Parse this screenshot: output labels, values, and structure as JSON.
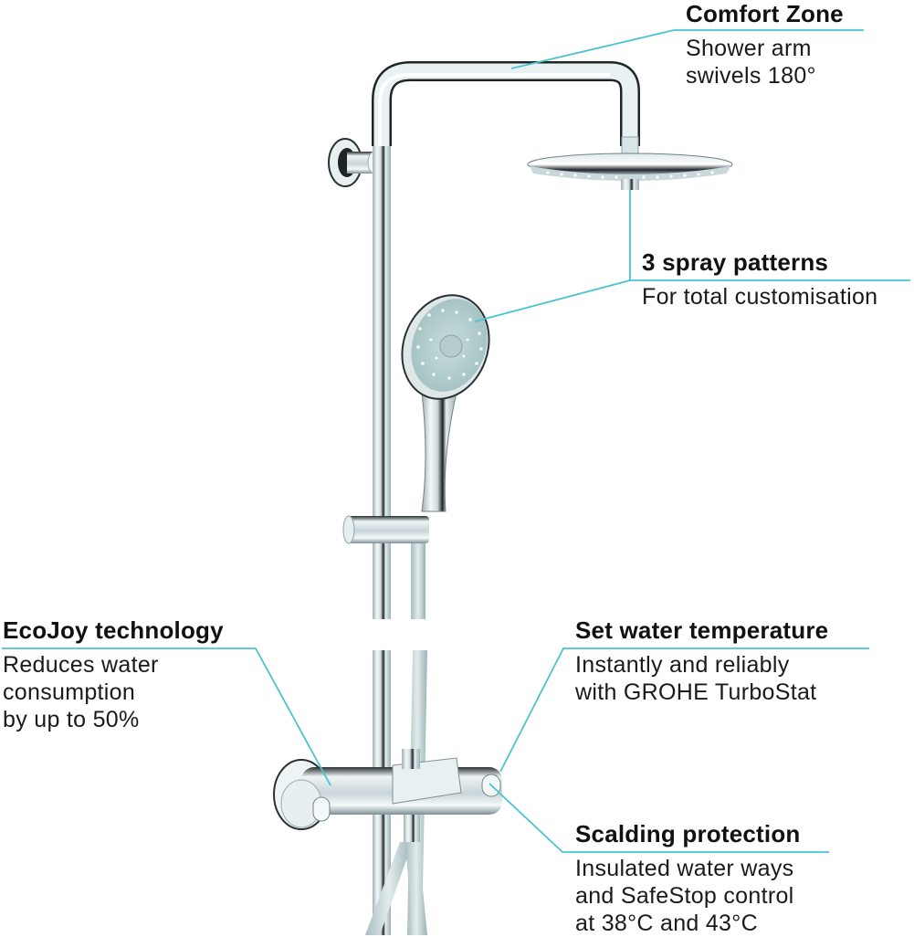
{
  "diagram": {
    "subject": "Thermostatic shower system with overhead shower, hand shower and bath spout",
    "accent_color": "#49c4d0",
    "callouts": [
      {
        "id": "comfort-zone",
        "title": "Comfort Zone",
        "lines": [
          "Shower arm",
          "swivels 180°"
        ]
      },
      {
        "id": "spray-patterns",
        "title": "3 spray patterns",
        "lines": [
          "For total customisation"
        ]
      },
      {
        "id": "ecojoy",
        "title": "EcoJoy technology",
        "lines": [
          "Reduces water",
          "consumption",
          "by up to 50%"
        ]
      },
      {
        "id": "water-temperature",
        "title": "Set water temperature",
        "lines": [
          "Instantly and reliably",
          "with GROHE TurboStat"
        ]
      },
      {
        "id": "scalding-protection",
        "title": "Scalding protection",
        "lines": [
          "Insulated water ways",
          "and SafeStop control",
          "at 38°C and 43°C"
        ]
      }
    ]
  }
}
